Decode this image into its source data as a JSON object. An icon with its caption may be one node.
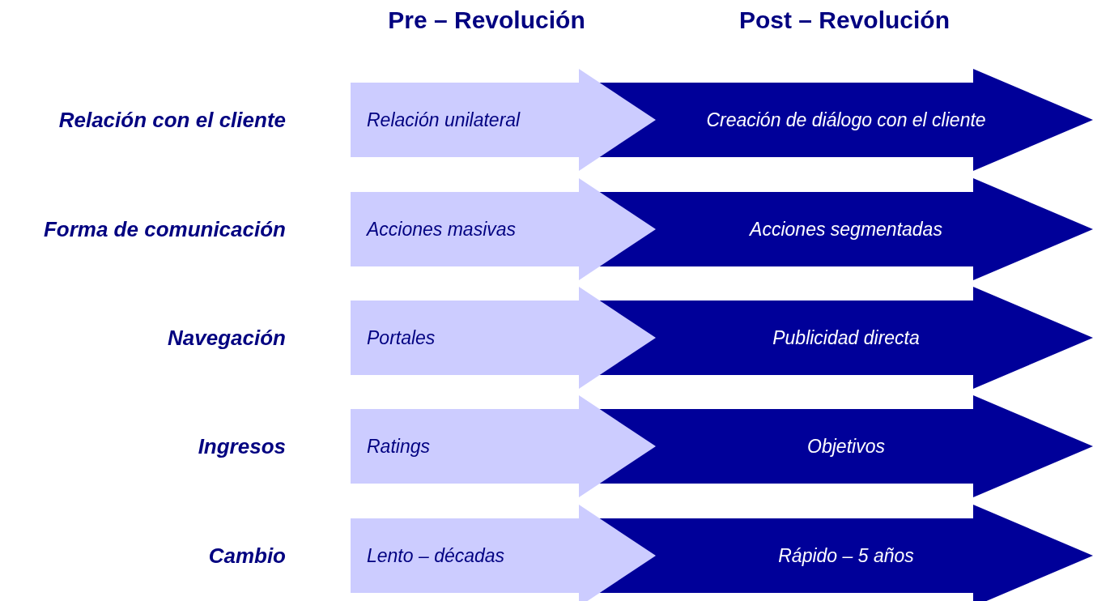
{
  "diagram": {
    "nodes": [
      {
        "text": [
          "Relación unilateral"
        ]
      },
      {
        "text": [
          "Creación de diálogo con el cliente"
        ]
      },
      {
        "text": [
          "Acciones masivas"
        ]
      },
      {
        "text": [
          "Acciones segmentadas"
        ]
      },
      {
        "text": [
          "Portales"
        ]
      },
      {
        "text": [
          "Publicidad directa"
        ]
      },
      {
        "text": [
          "Ratings"
        ]
      },
      {
        "text": [
          "Objetivos"
        ]
      },
      {
        "text": [
          "Lento – décadas"
        ]
      },
      {
        "text": [
          "Rápido – 5 años"
        ]
      }
    ],
    "labels": [
      "Pre – Revolución",
      "Post – Revolución",
      "Relación con el cliente",
      "Forma de comunicación",
      "Navegación",
      "Ingresos",
      "Cambio"
    ]
  }
}
